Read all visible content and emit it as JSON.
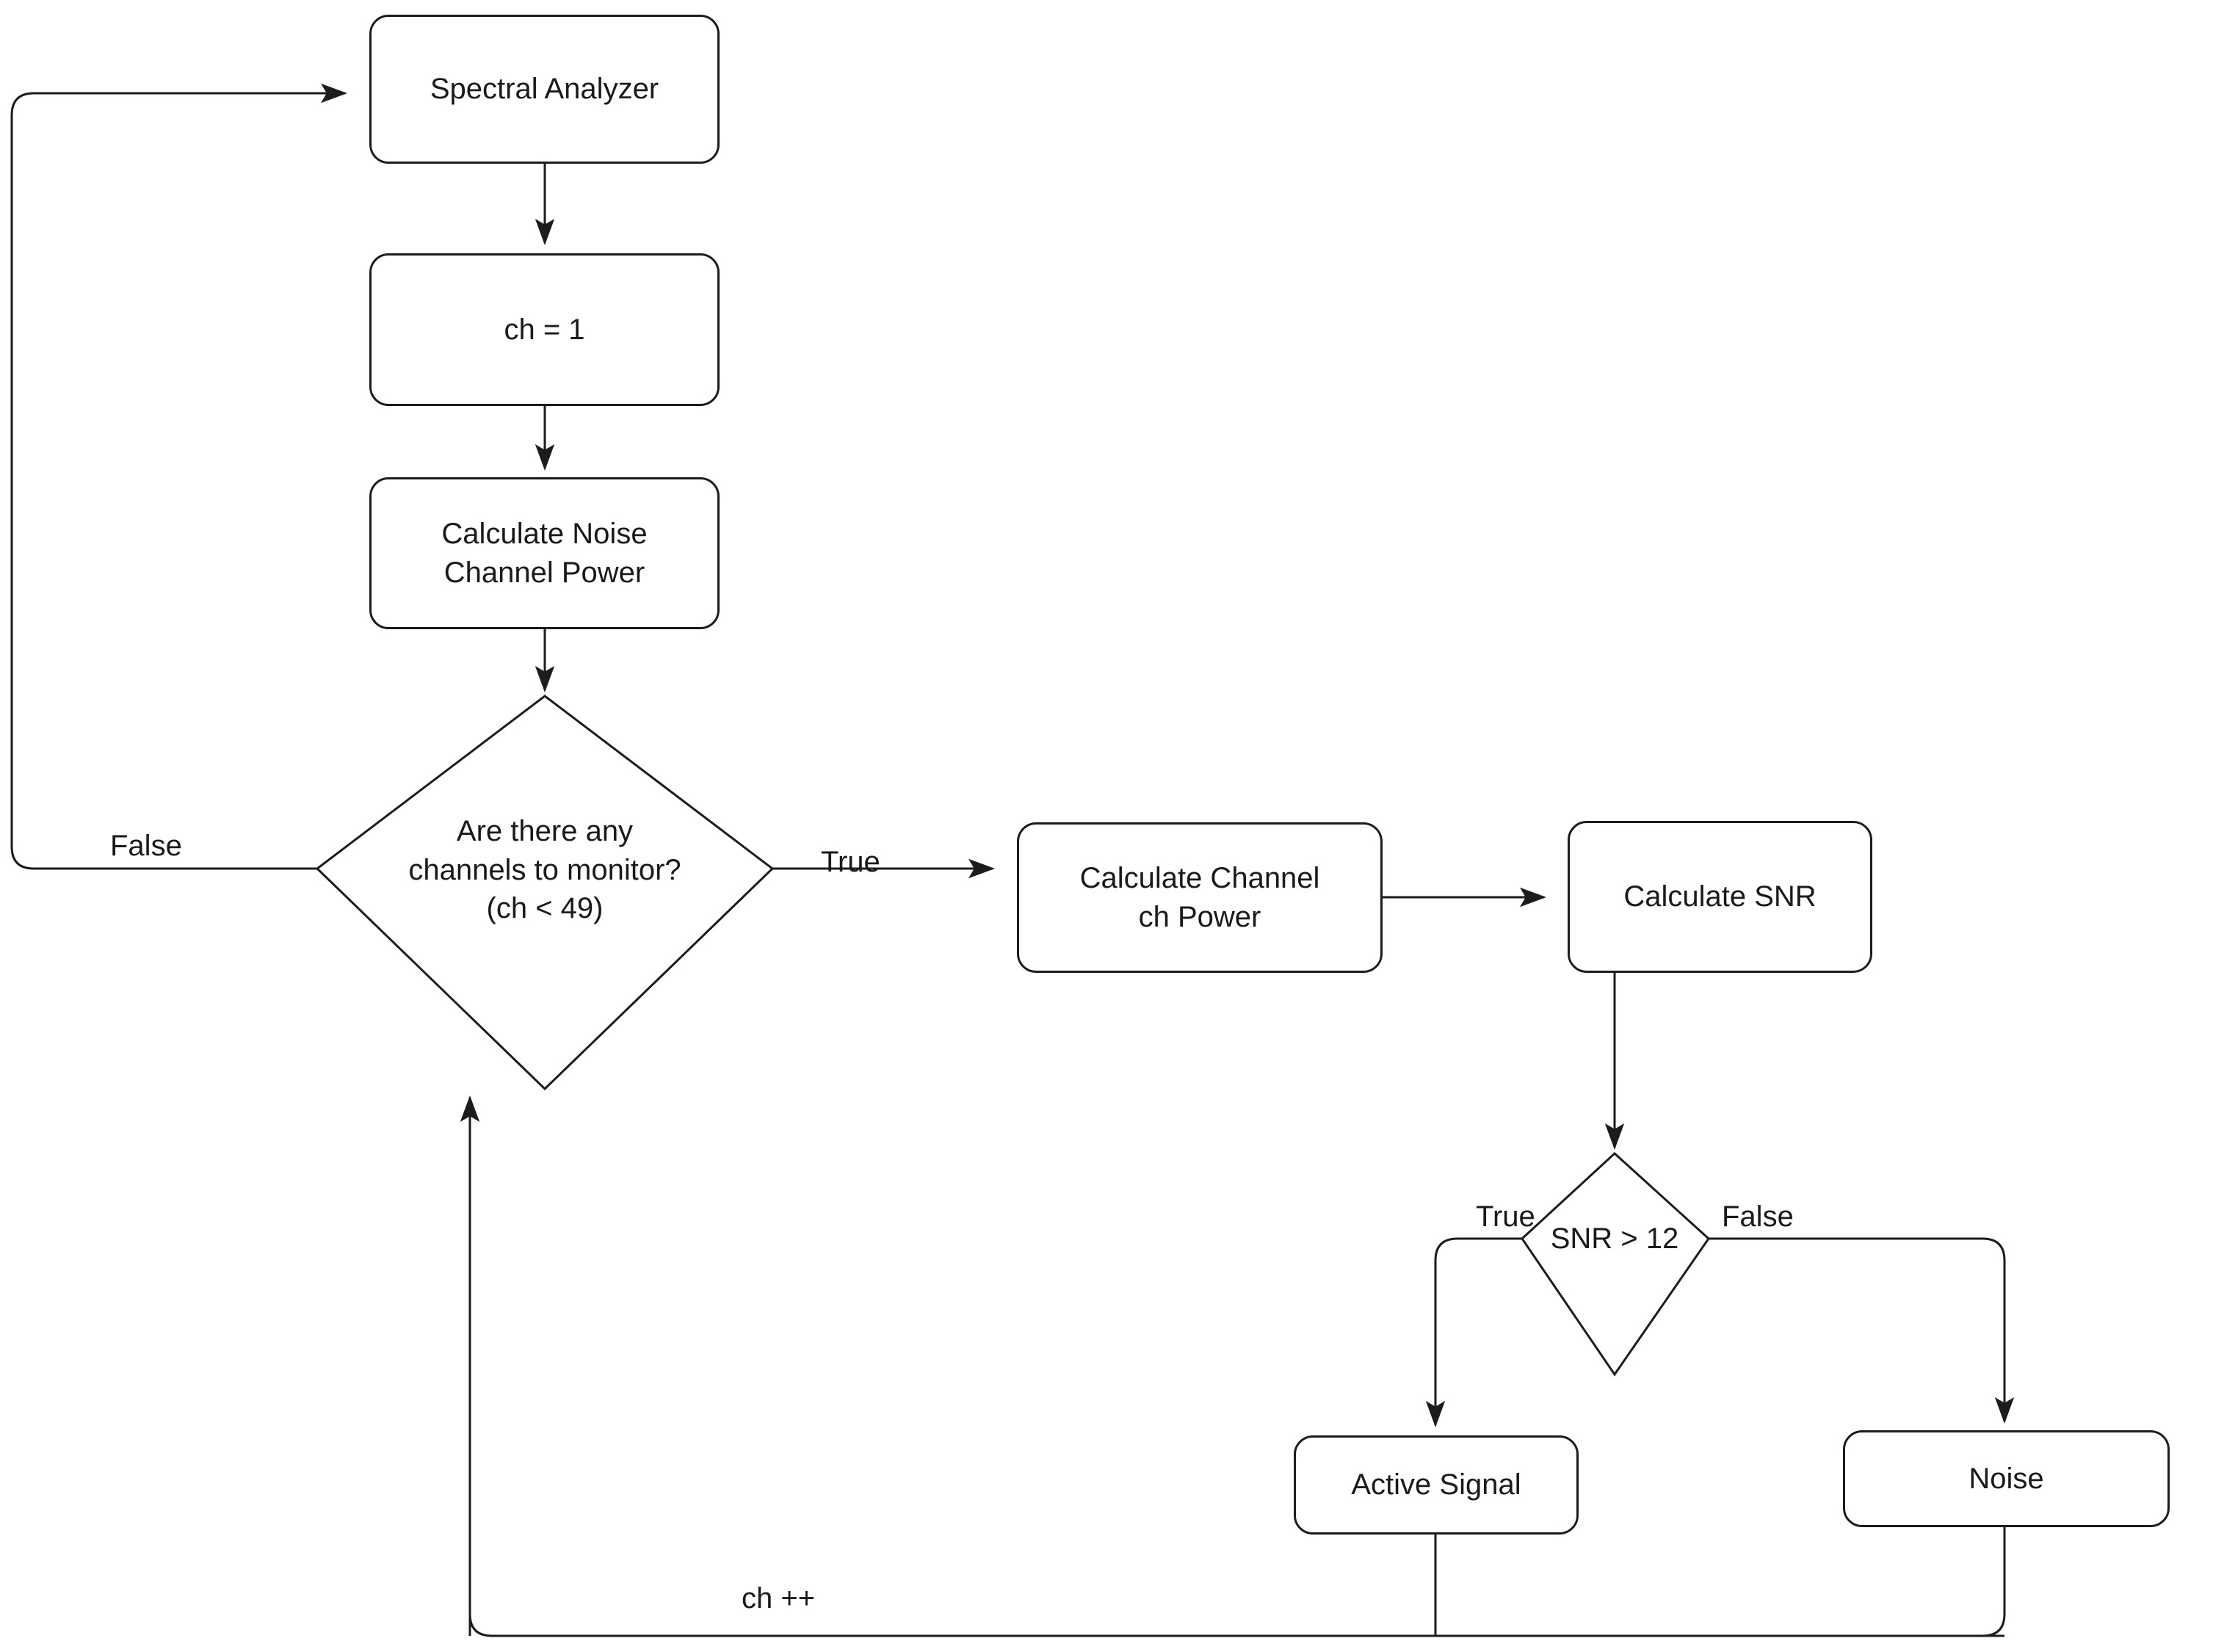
{
  "diagram": {
    "title": "Channel monitoring SNR flowchart",
    "stroke_color": "#1c1c1c",
    "text_color": "#1a1a1a",
    "background": "#ffffff",
    "nodes": [
      {
        "id": "spectral-analyzer",
        "type": "process",
        "label": "Spectral Analyzer",
        "lines": [
          "Spectral Analyzer"
        ]
      },
      {
        "id": "ch-init",
        "type": "process",
        "label": "ch = 1",
        "lines": [
          "ch = 1"
        ]
      },
      {
        "id": "calc-noise-power",
        "type": "process",
        "label": "Calculate Noise Channel Power",
        "lines": [
          "Calculate Noise",
          "Channel Power"
        ]
      },
      {
        "id": "channels-decision",
        "type": "decision",
        "label": "Are there any channels to monitor? (ch < 49)",
        "lines": [
          "Are there any",
          "channels to monitor?",
          "(ch < 49)"
        ]
      },
      {
        "id": "calc-channel-power",
        "type": "process",
        "label": "Calculate Channel ch Power",
        "lines": [
          "Calculate Channel",
          "ch Power"
        ]
      },
      {
        "id": "calc-snr",
        "type": "process",
        "label": "Calculate SNR",
        "lines": [
          "Calculate SNR"
        ]
      },
      {
        "id": "snr-decision",
        "type": "decision",
        "label": "SNR > 12",
        "lines": [
          "SNR > 12"
        ]
      },
      {
        "id": "active-signal",
        "type": "process",
        "label": "Active Signal",
        "lines": [
          "Active Signal"
        ]
      },
      {
        "id": "noise",
        "type": "process",
        "label": "Noise",
        "lines": [
          "Noise"
        ]
      }
    ],
    "edge_labels": {
      "channels_false": "False",
      "channels_true": "True",
      "snr_true": "True",
      "snr_false": "False",
      "increment": "ch ++"
    }
  }
}
